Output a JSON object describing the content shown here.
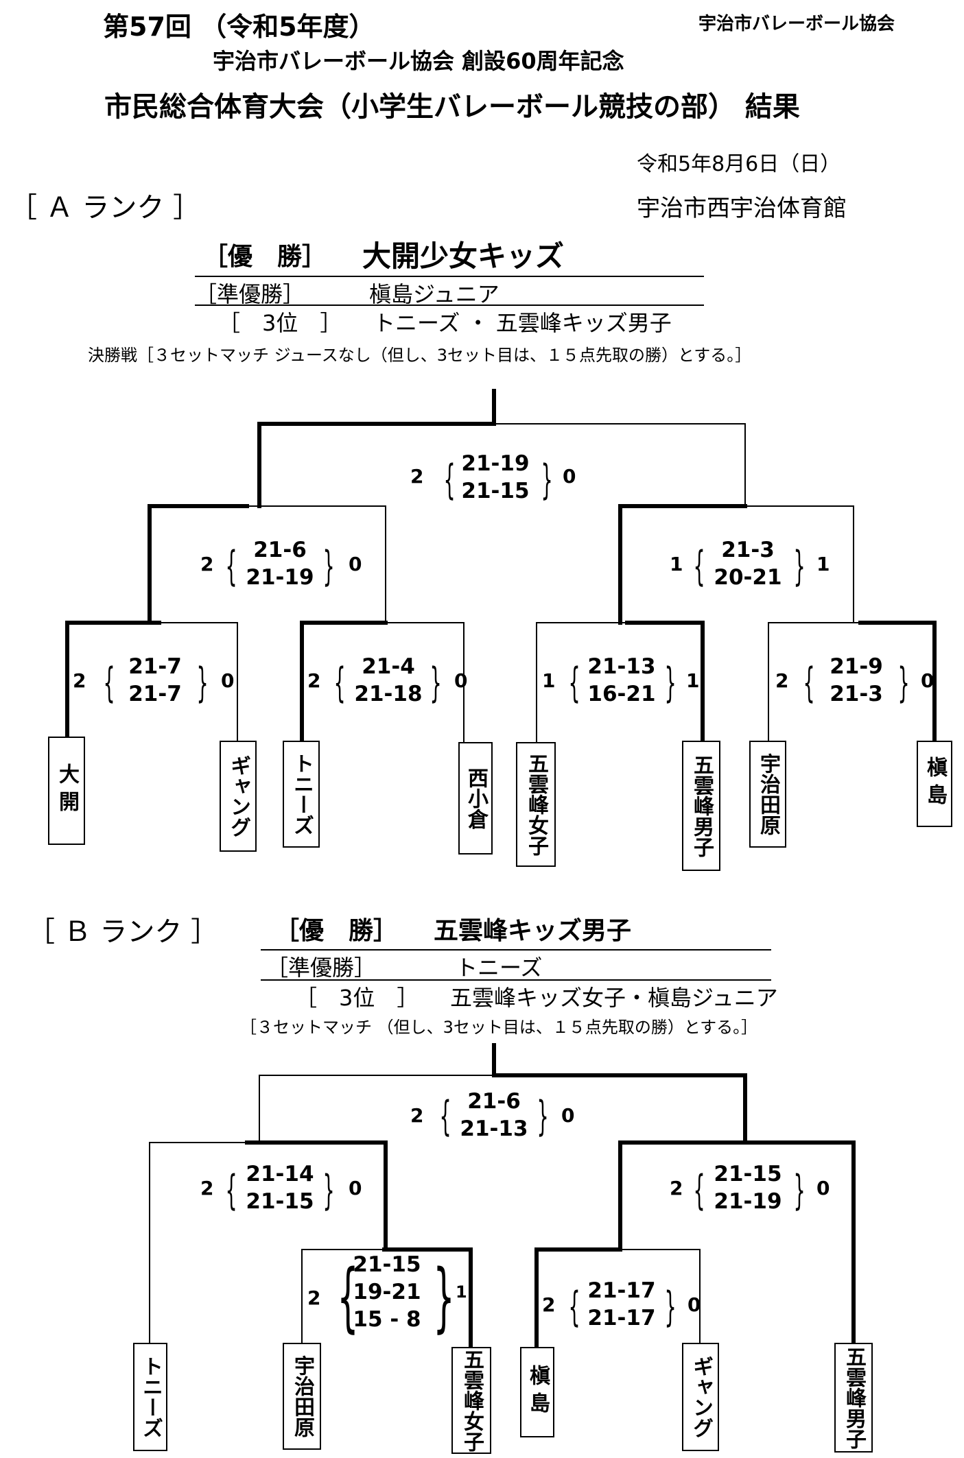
{
  "header": {
    "edition": "第57回 （令和5年度）",
    "org": "宇治市バレーボール協会",
    "anniversary": "宇治市バレーボール協会 創設60周年記念",
    "title": "市民総合体育大会（小学生バレーボール競技の部） 結果",
    "date": "令和5年8月6日（日）",
    "venue": "宇治市西宇治体育館"
  },
  "rank_a": {
    "rank_label": "［ Ａ ランク ］",
    "winner_label": "［優　勝］",
    "winner": "大開少女キッズ",
    "runner_label": "［準優勝］",
    "runner": "槇島ジュニア",
    "third_label": "［　3位　］",
    "third": "トニーズ ・ 五雲峰キッズ男子",
    "rule": "決勝戦［３セットマッチ ジュースなし（但し、3セット目は、１５点先取の勝）とする。］",
    "teams": [
      "大開",
      "ギャング",
      "トニーズ",
      "西小倉",
      "五雲峰女子",
      "五雲峰男子",
      "宇治田原",
      "槇島"
    ],
    "matches": {
      "r1_1": {
        "left": "2",
        "right": "0",
        "sets": [
          "21-7",
          "21-7"
        ]
      },
      "r1_2": {
        "left": "2",
        "right": "0",
        "sets": [
          "21-4",
          "21-18"
        ]
      },
      "r1_3": {
        "left": "1",
        "right": "1",
        "sets": [
          "21-13",
          "16-21"
        ]
      },
      "r1_4": {
        "left": "2",
        "right": "0",
        "sets": [
          "21-9",
          "21-3"
        ]
      },
      "sf_1": {
        "left": "2",
        "right": "0",
        "sets": [
          "21-6",
          "21-19"
        ]
      },
      "sf_2": {
        "left": "1",
        "right": "1",
        "sets": [
          "21-3",
          "20-21"
        ]
      },
      "final": {
        "left": "2",
        "right": "0",
        "sets": [
          "21-19",
          "21-15"
        ]
      }
    }
  },
  "rank_b": {
    "rank_label": "［ Ｂ ランク ］",
    "winner_label": "［優　勝］",
    "winner": "五雲峰キッズ男子",
    "runner_label": "［準優勝］",
    "runner": "トニーズ",
    "third_label": "［　3位　］",
    "third": "五雲峰キッズ女子・槇島ジュニア",
    "rule": "［３セットマッチ （但し、3セット目は、１５点先取の勝）とする。］",
    "teams": [
      "トニーズ",
      "宇治田原",
      "五雲峰女子",
      "槇島",
      "ギャング",
      "五雲峰男子"
    ],
    "matches": {
      "q_1": {
        "left": "2",
        "right": "1",
        "sets": [
          "21-15",
          "19-21",
          "15 - 8"
        ]
      },
      "q_2": {
        "left": "2",
        "right": "0",
        "sets": [
          "21-17",
          "21-17"
        ]
      },
      "sf_1": {
        "left": "2",
        "right": "0",
        "sets": [
          "21-14",
          "21-15"
        ]
      },
      "sf_2": {
        "left": "2",
        "right": "0",
        "sets": [
          "21-15",
          "21-19"
        ]
      },
      "final": {
        "left": "2",
        "right": "0",
        "sets": [
          "21-6",
          "21-13"
        ]
      }
    }
  }
}
